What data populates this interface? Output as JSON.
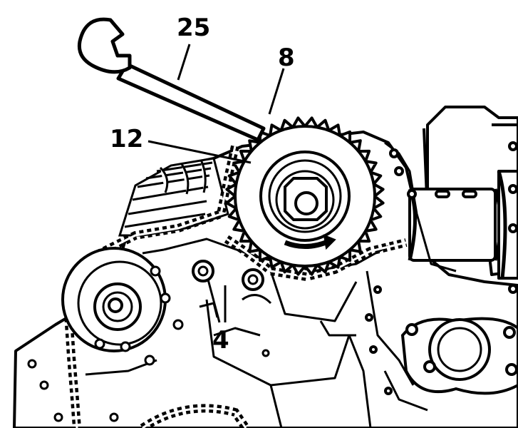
{
  "diagram": {
    "callouts": [
      {
        "id": "wrench",
        "label": "25"
      },
      {
        "id": "sprocket-tooth",
        "label": "8"
      },
      {
        "id": "camshaft-sprocket",
        "label": "12"
      },
      {
        "id": "timing-marks",
        "label": "4"
      }
    ],
    "colors": {
      "ink": "#000000",
      "paper": "#ffffff"
    }
  }
}
